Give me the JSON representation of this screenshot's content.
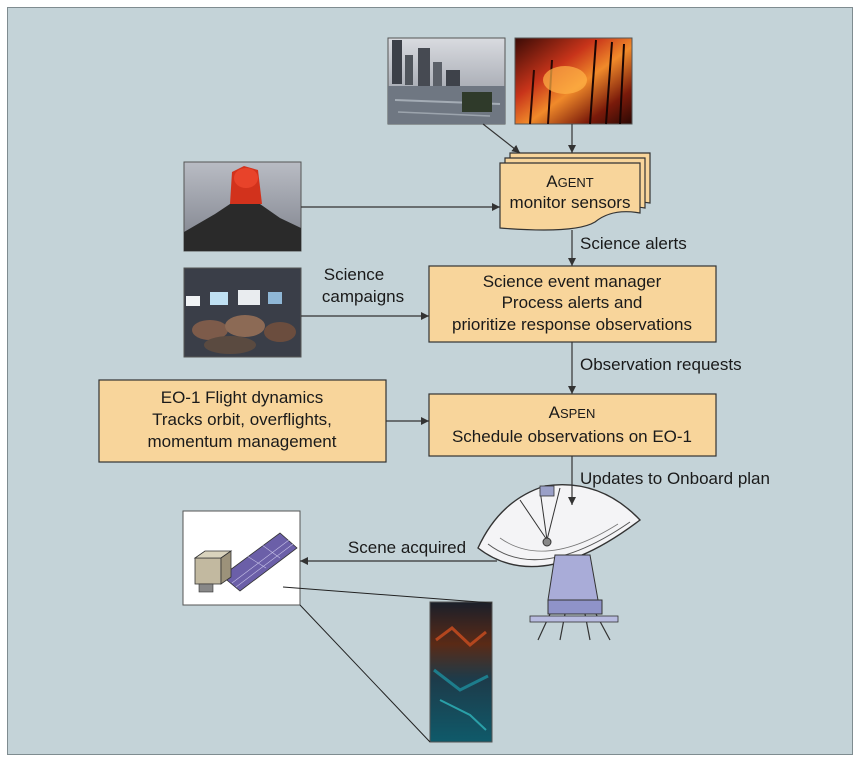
{
  "agent": {
    "title_cap": "A",
    "title_rest": "GENT",
    "line2": "monitor sensors"
  },
  "science_event_manager": {
    "line1": "Science event manager",
    "line2": "Process alerts and",
    "line3": "prioritize response observations"
  },
  "flight_dynamics": {
    "line1": "EO-1 Flight dynamics",
    "line2": "Tracks orbit, overflights,",
    "line3": "momentum management"
  },
  "aspen": {
    "title_cap": "A",
    "title_rest": "SPEN",
    "line2": "Schedule observations on EO-1"
  },
  "labels": {
    "science_alerts": "Science alerts",
    "science_campaigns_1": "Science",
    "science_campaigns_2": "campaigns",
    "observation_requests": "Observation requests",
    "updates_onboard": "Updates to Onboard plan",
    "scene_acquired": "Scene acquired"
  },
  "colors": {
    "background": "#c4d3d8",
    "box_fill": "#f8d59b",
    "line": "#333333"
  }
}
